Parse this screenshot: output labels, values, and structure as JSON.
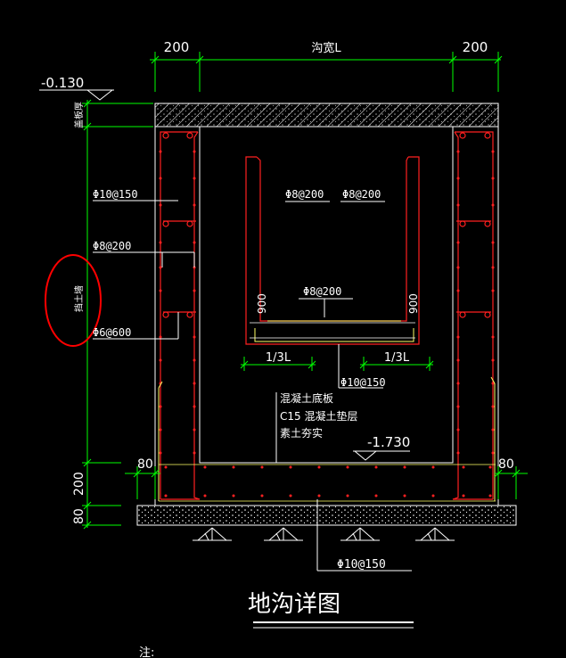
{
  "dimensions": {
    "top_left_wall": "200",
    "top_trench_width": "沟宽L",
    "top_right_wall": "200",
    "left_elev": "-0.130",
    "cover_plate": "盖板厚",
    "wall_height": "挡土墙",
    "bottom_left_80": "80",
    "bottom_right_80": "80",
    "slab_200": "200",
    "pad_80": "80"
  },
  "rebar": {
    "phi10_150_left": "Φ10@150",
    "phi8_200_left": "Φ8@200",
    "phi6_600": "Φ6@600",
    "phi8_200_ul": "Φ8@200",
    "phi8_200_ur": "Φ8@200",
    "phi8_200_mid": "Φ8@200",
    "h900_left": "900",
    "h900_right": "900",
    "third_left": "1/3L",
    "third_right": "1/3L",
    "phi10_150_mid": "Φ10@150",
    "phi10_150_bottom": "Φ10@150"
  },
  "notes": {
    "line1": "混凝土底板",
    "line2": "C15 混凝土垫层",
    "line3": "素土夯实"
  },
  "elev_bottom": "-1.730",
  "title": "地沟详图",
  "footnote": "注:",
  "colors": {
    "background": "#000000",
    "dimension": "#00ff00",
    "rebar": "#ff2020",
    "outline": "#ffffff",
    "highlight_circle": "#ff0000"
  }
}
